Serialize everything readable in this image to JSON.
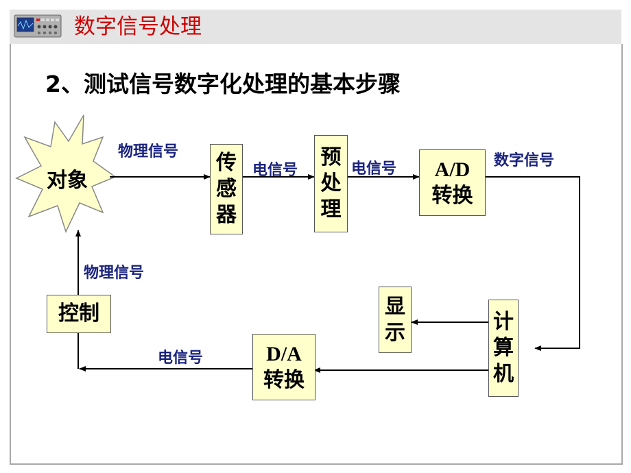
{
  "header": {
    "title": "数字信号处理",
    "icon": "oscilloscope-icon"
  },
  "main_title": "2、测试信号数字化处理的基本步骤",
  "nodes": {
    "object": "对象",
    "sensor": "传感器",
    "preprocess": "预处理",
    "ad": {
      "line1": "A/D",
      "line2": "转换"
    },
    "computer": "计算机",
    "display": "显示",
    "da": {
      "line1": "D/A",
      "line2": "转换"
    },
    "control": "控制"
  },
  "edges": {
    "object_to_sensor": "物理信号",
    "sensor_to_preprocess": "电信号",
    "preprocess_to_ad": "电信号",
    "ad_to_computer": "数字信号",
    "da_to_control": "电信号",
    "control_to_object": "物理信号"
  },
  "colors": {
    "header_text": "#cc0000",
    "box_fill": "#ffffcc",
    "star_fill": "#ffffcc",
    "label_text": "#1a237e"
  }
}
